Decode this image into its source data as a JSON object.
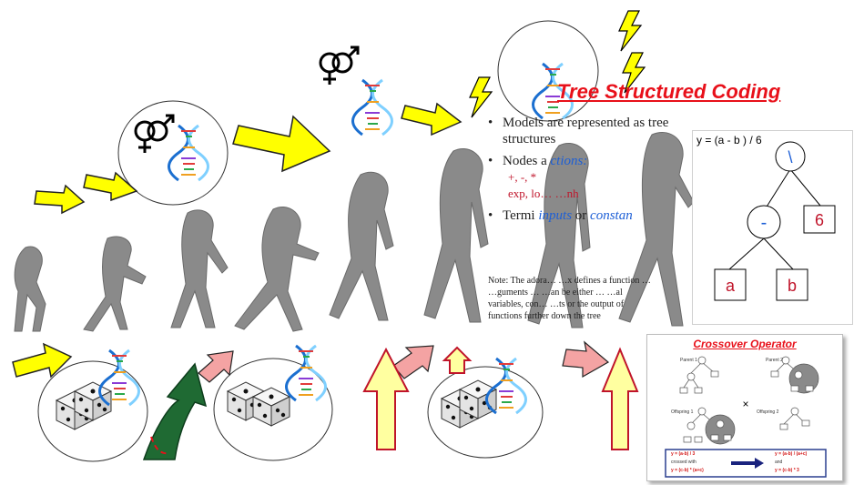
{
  "slide": {
    "title": "Tree Structured Coding",
    "bullets": {
      "b1": "Models are represented as tree structures",
      "b2_lead": "Nodes a",
      "b2_hl": "ctions:",
      "b2_ops": "+, -, *",
      "b2_fns": "exp, lo… …nh",
      "b3_lead": "Termi",
      "b3_hl": "inputs",
      "b3_tail": "or",
      "b3_hl2": "constan"
    },
    "note": "Note: The adora… …x defines a function … …guments … …an be either … …al variables, con… …ts or the output of functions further down the tree"
  },
  "tree": {
    "equation": "y = (a - b ) / 6",
    "nodes": {
      "root": "\\",
      "minus": "-",
      "six": "6",
      "a": "a",
      "b": "b"
    }
  },
  "crossover": {
    "title": "Crossover Operator",
    "parent1": "Parent 1",
    "parent2": "Parent 2",
    "offspring1": "Offspring 1",
    "offspring2": "Offspring 2",
    "eq1": "y = (a-b) / 3",
    "eq2": "y = (a-b) / (a+c)",
    "crossed": "crossed with",
    "and": "and",
    "eq3": "y = (c-b) * (a+c)",
    "eq4": "y = (c-b) * 3"
  },
  "colors": {
    "title_red": "#e8101a",
    "arrow_yellow": "#ffff00",
    "arrow_pink": "#f4a3a3",
    "arrow_green": "#1f6a33",
    "figure_gray": "#8a8a8a",
    "highlight_blue": "#1d5fd6"
  }
}
